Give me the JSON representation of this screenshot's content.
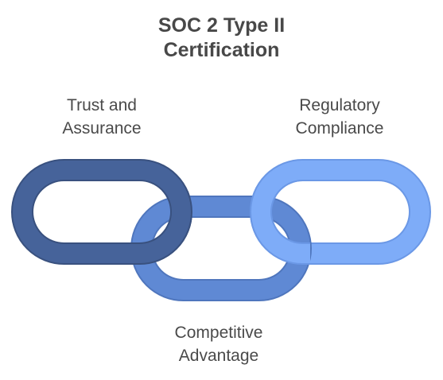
{
  "title": {
    "line1": "SOC 2 Type II",
    "line2": "Certification"
  },
  "links": [
    {
      "line1": "Trust and",
      "line2": "Assurance",
      "color": "#46639a"
    },
    {
      "line1": "Regulatory",
      "line2": "Compliance",
      "color": "#7eacf8"
    },
    {
      "line1": "Competitive",
      "line2": "Advantage",
      "color": "#5f89d4"
    }
  ]
}
